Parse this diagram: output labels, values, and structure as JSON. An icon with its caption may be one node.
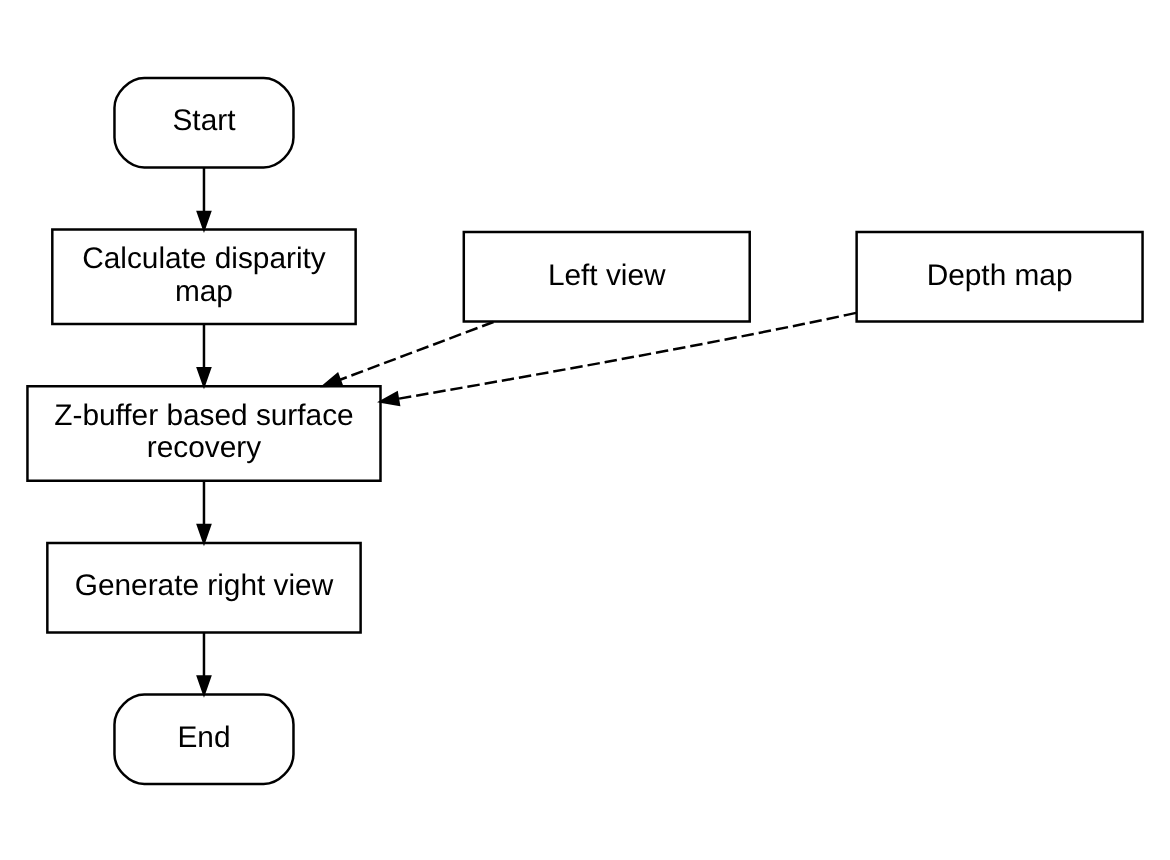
{
  "diagram": {
    "nodes": [
      {
        "text": [
          "Start"
        ]
      },
      {
        "text": [
          "Calculate disparity map"
        ]
      },
      {
        "text": [
          "Left view"
        ]
      },
      {
        "text": [
          "Depth map"
        ]
      },
      {
        "text": [
          "Z-buffer based surface recovery"
        ]
      },
      {
        "text": [
          "Generate right view"
        ]
      },
      {
        "text": [
          "End"
        ]
      }
    ],
    "edges": [
      {
        "from": 0,
        "to": 1,
        "arrow": "to"
      },
      {
        "from": 1,
        "to": 4,
        "arrow": "to"
      },
      {
        "from": 2,
        "to": 4,
        "arrow": "to",
        "style": "dashed"
      },
      {
        "from": 3,
        "to": 4,
        "arrow": "to",
        "style": "dashed"
      },
      {
        "from": 4,
        "to": 5,
        "arrow": "to"
      },
      {
        "from": 5,
        "to": 6,
        "arrow": "to"
      }
    ]
  }
}
